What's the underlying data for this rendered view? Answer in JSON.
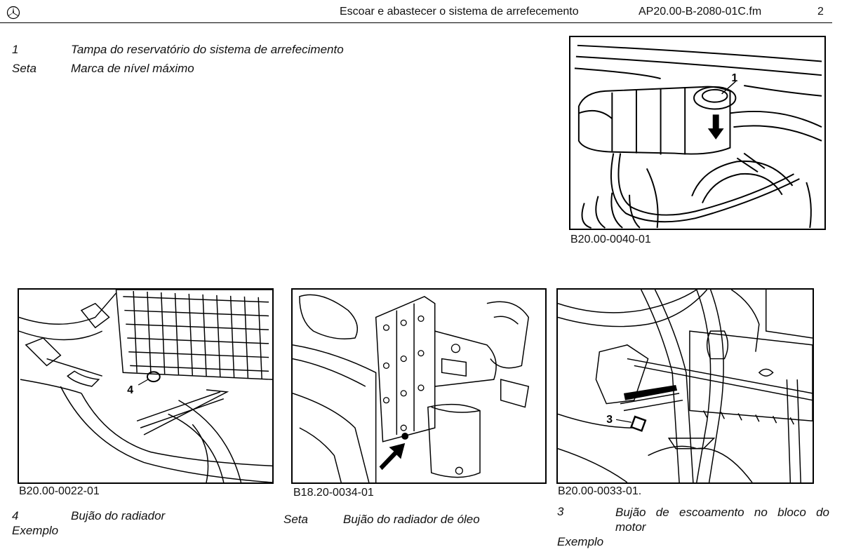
{
  "header": {
    "title": "Escoar e abastecer o sistema de arrefecemento",
    "doc_id": "AP20.00-B-2080-01C.fm",
    "page_number": "2"
  },
  "top_legend": [
    {
      "key": "1",
      "text": "Tampa do reservatório do sistema de arrefecimento"
    },
    {
      "key": "Seta",
      "text": "Marca de nível máximo"
    }
  ],
  "figures": {
    "reservoir": {
      "caption": "B20.00-0040-01",
      "callout": "1"
    },
    "radiator": {
      "caption": "B20.00-0022-01",
      "callout": "4"
    },
    "oil_cooler": {
      "caption": "B18.20-0034-01"
    },
    "engine_block": {
      "caption": "B20.00-0033-01.",
      "callout": "3"
    }
  },
  "legend_radiator": {
    "key": "4",
    "text": "Bujão do radiador",
    "note": "Exemplo"
  },
  "legend_oil_cooler": {
    "key": "Seta",
    "text": "Bujão do radiador de óleo"
  },
  "legend_engine": {
    "key": "3",
    "text": "Bujão de escoamento no bloco do motor",
    "note": "Exemplo"
  }
}
